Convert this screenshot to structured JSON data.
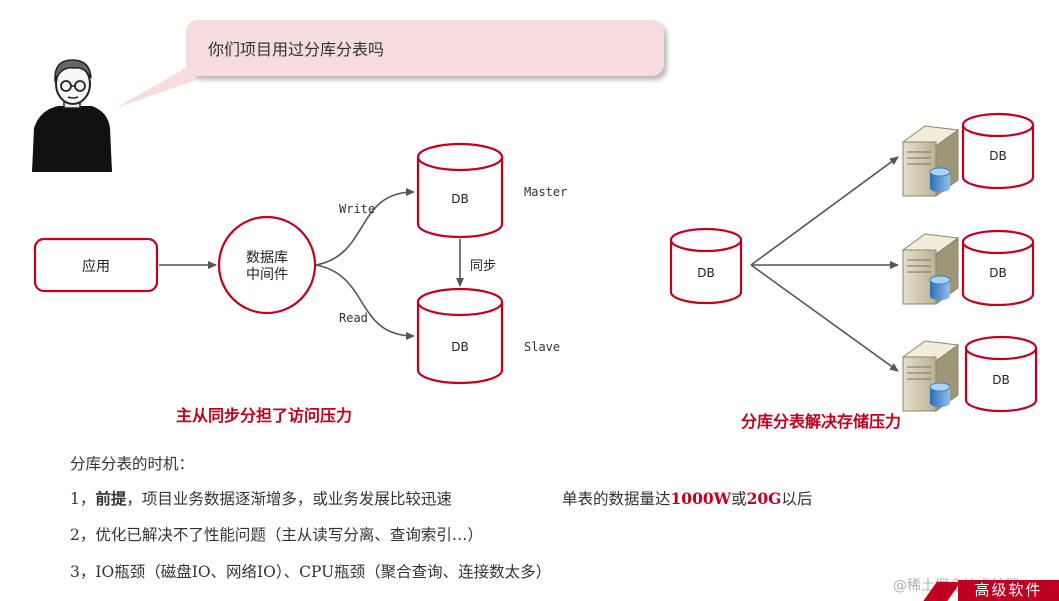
{
  "speech_bubble": {
    "text": "你们项目用过分库分表吗"
  },
  "left_diagram": {
    "app_label": "应用",
    "middleware_label_line1": "数据库",
    "middleware_label_line2": "中间件",
    "write_label": "Write",
    "read_label": "Read",
    "master_db_label": "DB",
    "slave_db_label": "DB",
    "master_label": "Master",
    "slave_label": "Slave",
    "sync_label": "同步",
    "caption": "主从同步分担了访问压力"
  },
  "right_diagram": {
    "source_db_label": "DB",
    "shard_db_labels": [
      "DB",
      "DB",
      "DB"
    ],
    "caption": "分库分表解决存储压力"
  },
  "notes": {
    "heading": "分库分表的时机：",
    "item1_prefix": "1，",
    "item1_bold": "前提",
    "item1_text": "，项目业务数据逐渐增多，或业务发展比较迅速",
    "item1_right_prefix": "单表的数据量达",
    "item1_right_v1": "1000W",
    "item1_right_mid": "或",
    "item1_right_v2": "20G",
    "item1_right_suffix": "以后",
    "item2": "2，优化已解决不了性能问题（主从读写分离、查询索引…）",
    "item3": "3，IO瓶颈（磁盘IO、网络IO）、CPU瓶颈（聚合查询、连接数太多）"
  },
  "footer": {
    "watermark": "@稀土掘金技术社区",
    "brand": "高级软件"
  },
  "colors": {
    "accent_red": "#c0001c",
    "bubble_pink": "#f6dcdc",
    "arrow_gray": "#555555"
  }
}
